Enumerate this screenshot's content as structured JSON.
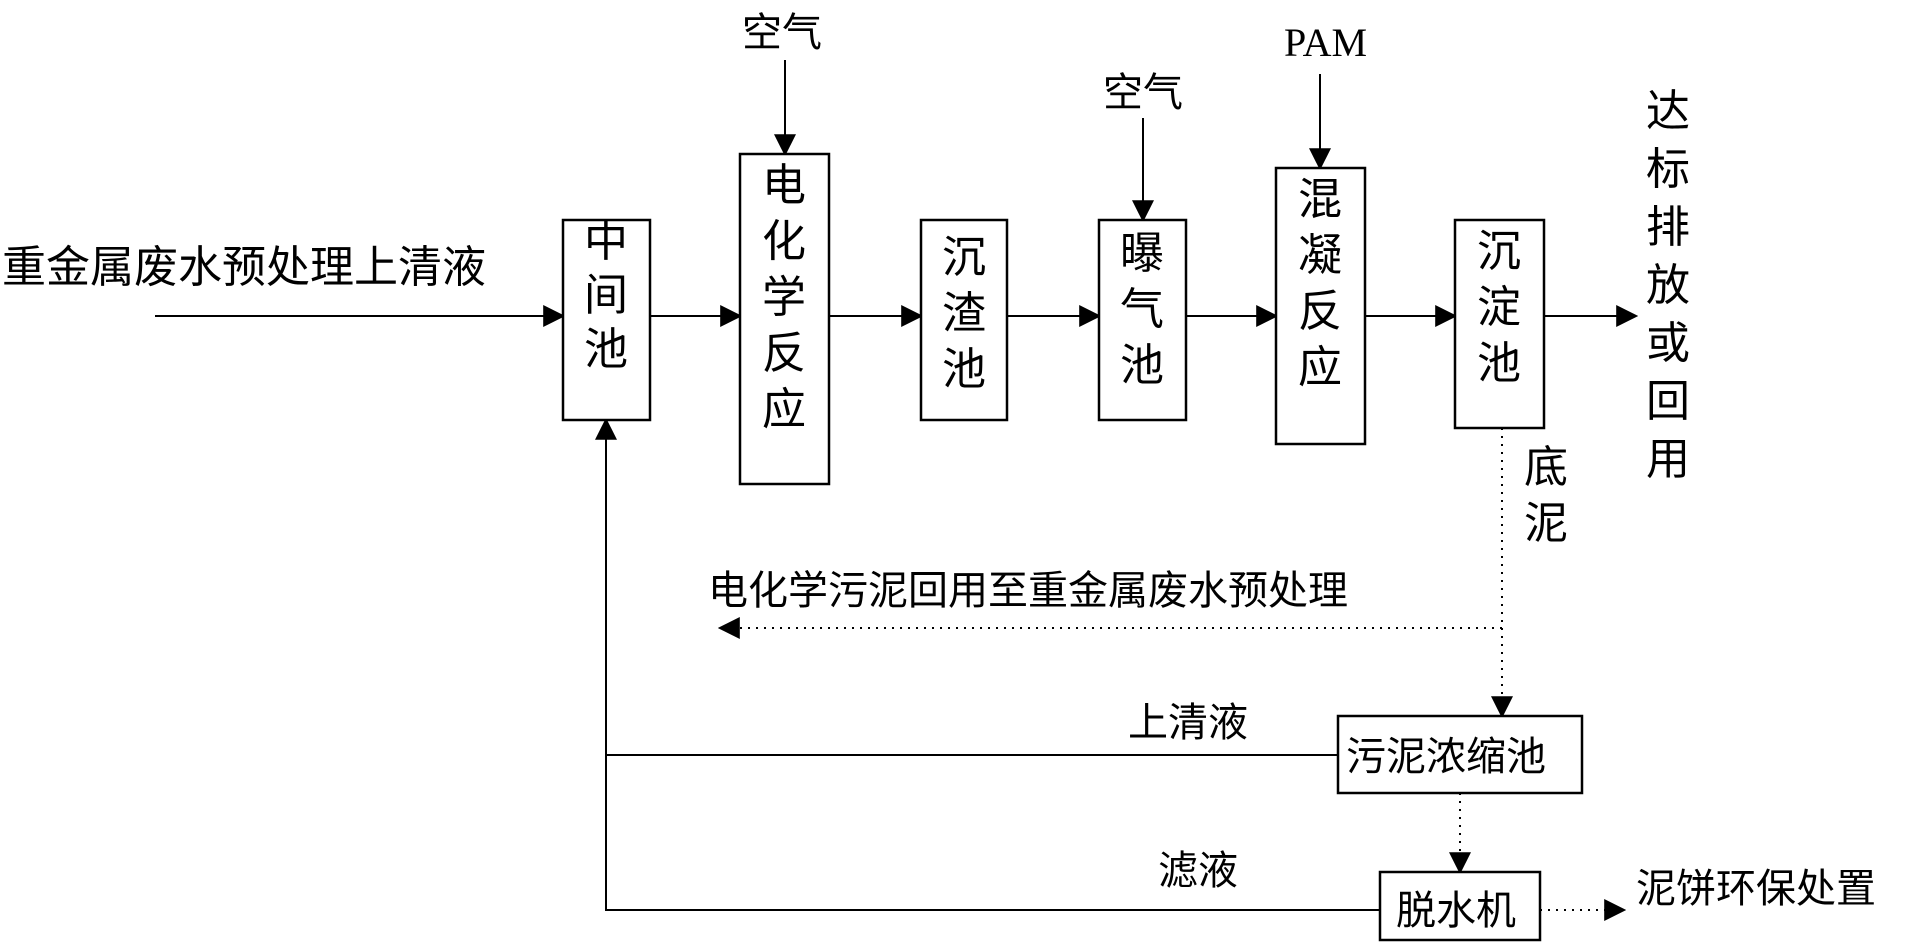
{
  "input_label": "重金属废水预处理上清液",
  "stages": {
    "intermediate_pool": "中间池",
    "electrochemical_reaction": "电化学反应",
    "sediment_pool": "沉渣池",
    "aeration_pool": "曝气池",
    "coagulation_reaction": "混凝反应",
    "settling_pool": "沉淀池"
  },
  "inputs": {
    "air_1": "空气",
    "air_2": "空气",
    "pam": "PAM"
  },
  "output_label": "达标排放或回用",
  "bottom_sludge_label": "底泥",
  "sludge_reuse_label": "电化学污泥回用至重金属废水预处理",
  "sludge_thickener": "污泥浓缩池",
  "supernatant_label": "上清液",
  "dewatering_machine": "脱水机",
  "filtrate_label": "滤液",
  "cake_disposal_label": "泥饼环保处置"
}
